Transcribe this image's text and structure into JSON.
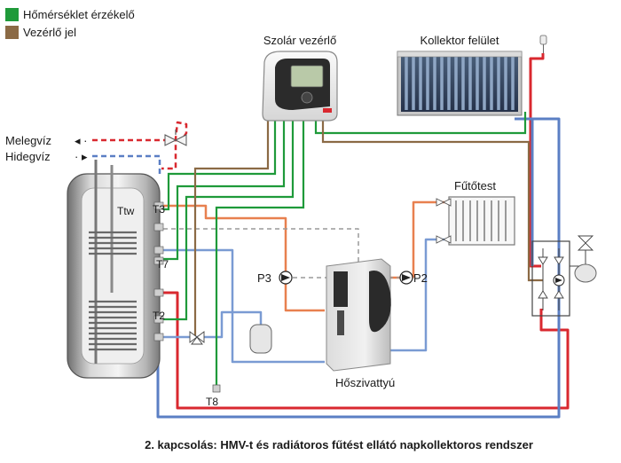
{
  "legend": {
    "items": [
      {
        "label": "Hőmérséklet érzékelő",
        "color": "#1f9a3a"
      },
      {
        "label": "Vezérlő jel",
        "color": "#8b6a45"
      }
    ]
  },
  "labels": {
    "controller": "Szolár vezérlő",
    "collector": "Kollektor felület",
    "hot_water": "Melegvíz",
    "cold_water": "Hidegvíz",
    "radiator": "Fűtőtest",
    "heat_pump": "Hőszivattyú",
    "pump_p3": "P3",
    "pump_p2": "P2",
    "sensor_ttw": "Ttw",
    "sensor_t3": "T3",
    "sensor_t7": "T7",
    "sensor_t2": "T2",
    "sensor_t8": "T8"
  },
  "caption": "2. kapcsolás: HMV-t és radiátoros fűtést ellátó napkollektoros rendszer",
  "colors": {
    "hot_pipe": "#d9282f",
    "cold_pipe": "#5b7fc4",
    "sensor_wire": "#1f9a3a",
    "control_wire": "#8b6a45",
    "return_pipe": "#e8804f",
    "grey_dashed": "#9a9a9a"
  }
}
